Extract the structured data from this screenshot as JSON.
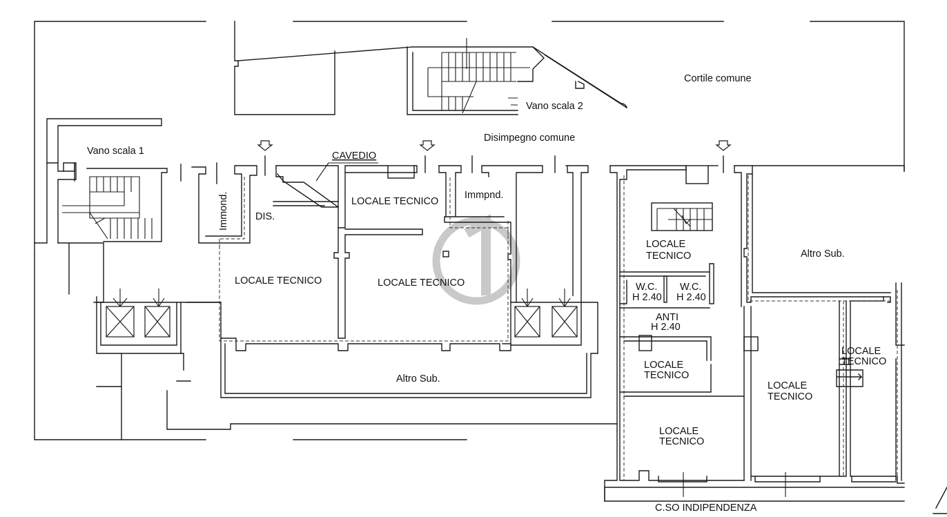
{
  "labels": {
    "cortile": "Cortile comune",
    "vano_scala_2": "Vano scala 2",
    "disimpegno": "Disimpegno comune",
    "vano_scala_1": "Vano scala 1",
    "cavedio": "CAVEDIO",
    "immond_1": "Immond.",
    "immond_2": "Immpnd.",
    "dis": "DIS.",
    "locale_tecnico_a": "LOCALE TECNICO",
    "locale_tecnico_b": "LOCALE TECNICO",
    "locale_tecnico_c": "LOCALE TECNICO",
    "altro_sub_bottom": "Altro Sub.",
    "altro_sub_right": "Altro Sub.",
    "locale": "LOCALE",
    "tecnico": "TECNICO",
    "wc": "W.C.",
    "h240": "H 2.40",
    "anti": "ANTI",
    "street": "C.SO INDIPENDENZA"
  }
}
